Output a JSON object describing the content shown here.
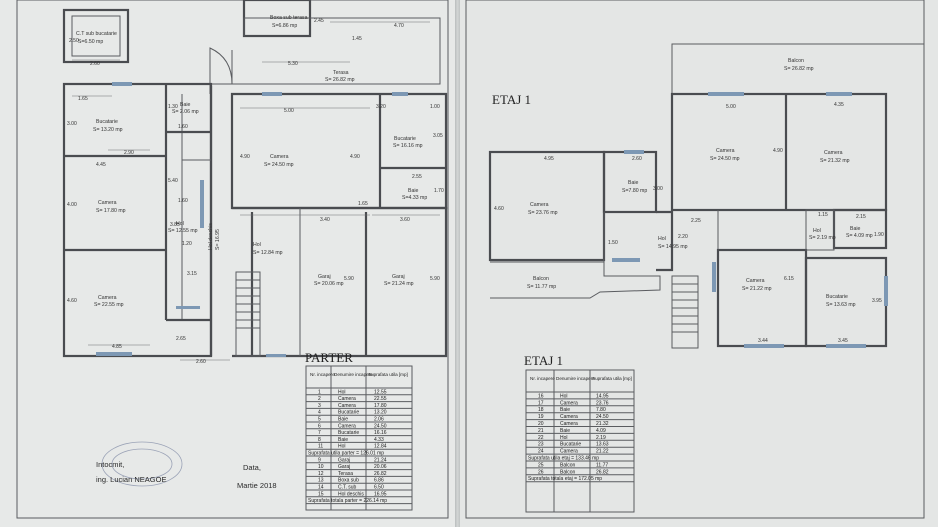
{
  "floor_titles": {
    "parter": "PARTER",
    "etaj_plan": "ETAJ 1",
    "etaj_table": "ETAJ 1"
  },
  "rooms_parter": [
    {
      "label": "C.T sub bucatarie",
      "area": "S=6.50 mp",
      "nr": "14"
    },
    {
      "label": "Boxa sub terasa",
      "area": "S=6.86 mp",
      "nr": "13"
    },
    {
      "label": "Terasa",
      "area": "S= 26.82 mp",
      "nr": "12"
    },
    {
      "label": "Bucatarie",
      "area": "S= 13.20 mp",
      "nr": "4"
    },
    {
      "label": "Baie",
      "area": "S= 2.06 mp",
      "nr": "5"
    },
    {
      "label": "Camera",
      "area": "S= 24.50 mp",
      "nr": "6"
    },
    {
      "label": "Bucatarie",
      "area": "S= 16.16 mp",
      "nr": "7"
    },
    {
      "label": "Baie",
      "area": "S=4.33 mp",
      "nr": "8"
    },
    {
      "label": "Camera",
      "area": "S= 17.80 mp",
      "nr": "3"
    },
    {
      "label": "Hol",
      "area": "S= 12.55 mp",
      "nr": "1"
    },
    {
      "label": "Hol deschis",
      "area": "S= 16.95",
      "nr": "15"
    },
    {
      "label": "Hol",
      "area": "S= 12.84 mp",
      "nr": "11"
    },
    {
      "label": "Garaj",
      "area": "S= 20.06 mp",
      "nr": "10"
    },
    {
      "label": "Garaj",
      "area": "S= 21.24 mp",
      "nr": "9"
    },
    {
      "label": "Camera",
      "area": "S= 22.55 mp",
      "nr": "2"
    }
  ],
  "rooms_etaj": [
    {
      "label": "Balcon",
      "area": "S= 26.82 mp",
      "nr": "26"
    },
    {
      "label": "Camera",
      "area": "S= 24.50 mp",
      "nr": "19"
    },
    {
      "label": "Camera",
      "area": "S= 21.32 mp",
      "nr": "20"
    },
    {
      "label": "Baie",
      "area": "S=7.80 mp",
      "nr": "18"
    },
    {
      "label": "Camera",
      "area": "S= 23.76 mp",
      "nr": "17"
    },
    {
      "label": "Hol",
      "area": "S= 14.95 mp",
      "nr": "16"
    },
    {
      "label": "Hol",
      "area": "S= 2.19 mp",
      "nr": "22"
    },
    {
      "label": "Baie",
      "area": "S= 4.09 mp",
      "nr": "21"
    },
    {
      "label": "Balcon",
      "area": "S= 11.77 mp",
      "nr": "25"
    },
    {
      "label": "Camera",
      "area": "S= 21.22 mp",
      "nr": "24"
    },
    {
      "label": "Bucatarie",
      "area": "S= 13.63 mp",
      "nr": "23"
    }
  ],
  "dimensions_parter": [
    "2.50",
    "2.60",
    "2.45",
    "4.70",
    "5.30",
    "1.45",
    "1.65",
    "1.30",
    "1.60",
    "3.00",
    "2.90",
    "5.00",
    "4.90",
    "4.90",
    "3.20",
    "1.00",
    "3.05",
    "2.55",
    "1.70",
    "4.45",
    "5.40",
    "4.00",
    "1.60",
    "3.85",
    "1.20",
    "3.40",
    "1.65",
    "3.60",
    "5.90",
    "5.90",
    "3.15",
    "4.60",
    "2.65",
    "4.85",
    "2.60"
  ],
  "dimensions_etaj": [
    "5.00",
    "4.35",
    "4.90",
    "4.95",
    "2.60",
    "3.00",
    "4.60",
    "2.25",
    "1.15",
    "2.15",
    "2.20",
    "1.50",
    "1.90",
    "6.15",
    "3.95",
    "3.44",
    "3.45"
  ],
  "table_headers": {
    "nr": "Nr. incapere",
    "name": "Denumire incapere",
    "area": "Suprafata utila [mp]"
  },
  "table_parter": [
    [
      "1",
      "Hol",
      "12.55"
    ],
    [
      "2",
      "Camera",
      "22.55"
    ],
    [
      "3",
      "Camera",
      "17.80"
    ],
    [
      "4",
      "Bucatarie",
      "13.20"
    ],
    [
      "5",
      "Baie",
      "2.06"
    ],
    [
      "6",
      "Camera",
      "24.50"
    ],
    [
      "7",
      "Bucatarie",
      "16.16"
    ],
    [
      "8",
      "Baie",
      "4.33"
    ],
    [
      "11",
      "Hol",
      "12.84"
    ]
  ],
  "table_parter_sub1": "Suprafata utila parter = 126.01 mp",
  "table_parter_extra": [
    [
      "9",
      "Garaj",
      "21.24"
    ],
    [
      "10",
      "Garaj",
      "20.06"
    ],
    [
      "12",
      "Terasa",
      "26.82"
    ],
    [
      "13",
      "Boxa sub",
      "6.86"
    ],
    [
      "14",
      "C.T. sub",
      "6.50"
    ],
    [
      "15",
      "Hol deschis",
      "16.95"
    ]
  ],
  "table_parter_sub2": "Suprafata totala parter = 226.14 mp",
  "table_etaj": [
    [
      "16",
      "Hol",
      "14.95"
    ],
    [
      "17",
      "Camera",
      "23.76"
    ],
    [
      "18",
      "Baie",
      "7.80"
    ],
    [
      "19",
      "Camera",
      "24.50"
    ],
    [
      "20",
      "Camera",
      "21.32"
    ],
    [
      "21",
      "Baie",
      "4.09"
    ],
    [
      "22",
      "Hol",
      "2.19"
    ],
    [
      "23",
      "Bucatarie",
      "13.63"
    ],
    [
      "24",
      "Camera",
      "21.22"
    ]
  ],
  "table_etaj_sub1": "Suprafata utila etaj = 133.46 mp",
  "table_etaj_extra": [
    [
      "25",
      "Balcon",
      "11.77"
    ],
    [
      "26",
      "Balcon",
      "26.82"
    ]
  ],
  "table_etaj_sub2": "Suprafata totala etaj = 172.05 mp",
  "signature": {
    "line1": "Intocmit,",
    "line2": "ing. Lucian NEAGOE"
  },
  "date": {
    "label": "Data,",
    "value": "Martie 2018"
  }
}
